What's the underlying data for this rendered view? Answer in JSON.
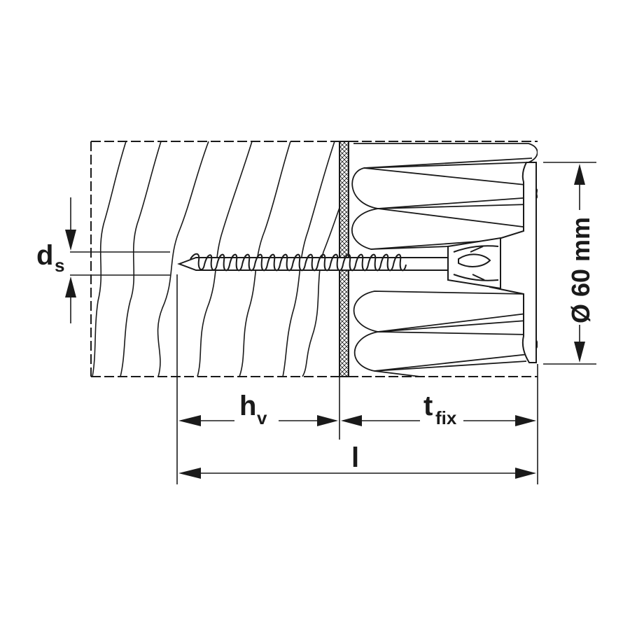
{
  "labels": {
    "ds_main": "d",
    "ds_sub": "s",
    "hv_main": "h",
    "hv_sub": "v",
    "tfix_main": "t",
    "tfix_sub": "fix",
    "l": "l",
    "diameter": "Ø 60 mm"
  },
  "colors": {
    "line": "#1a1a1a",
    "background": "#ffffff"
  },
  "icons": {
    "screw": "wood-screw-icon",
    "insulation_washer": "insulation-disc-icon"
  }
}
